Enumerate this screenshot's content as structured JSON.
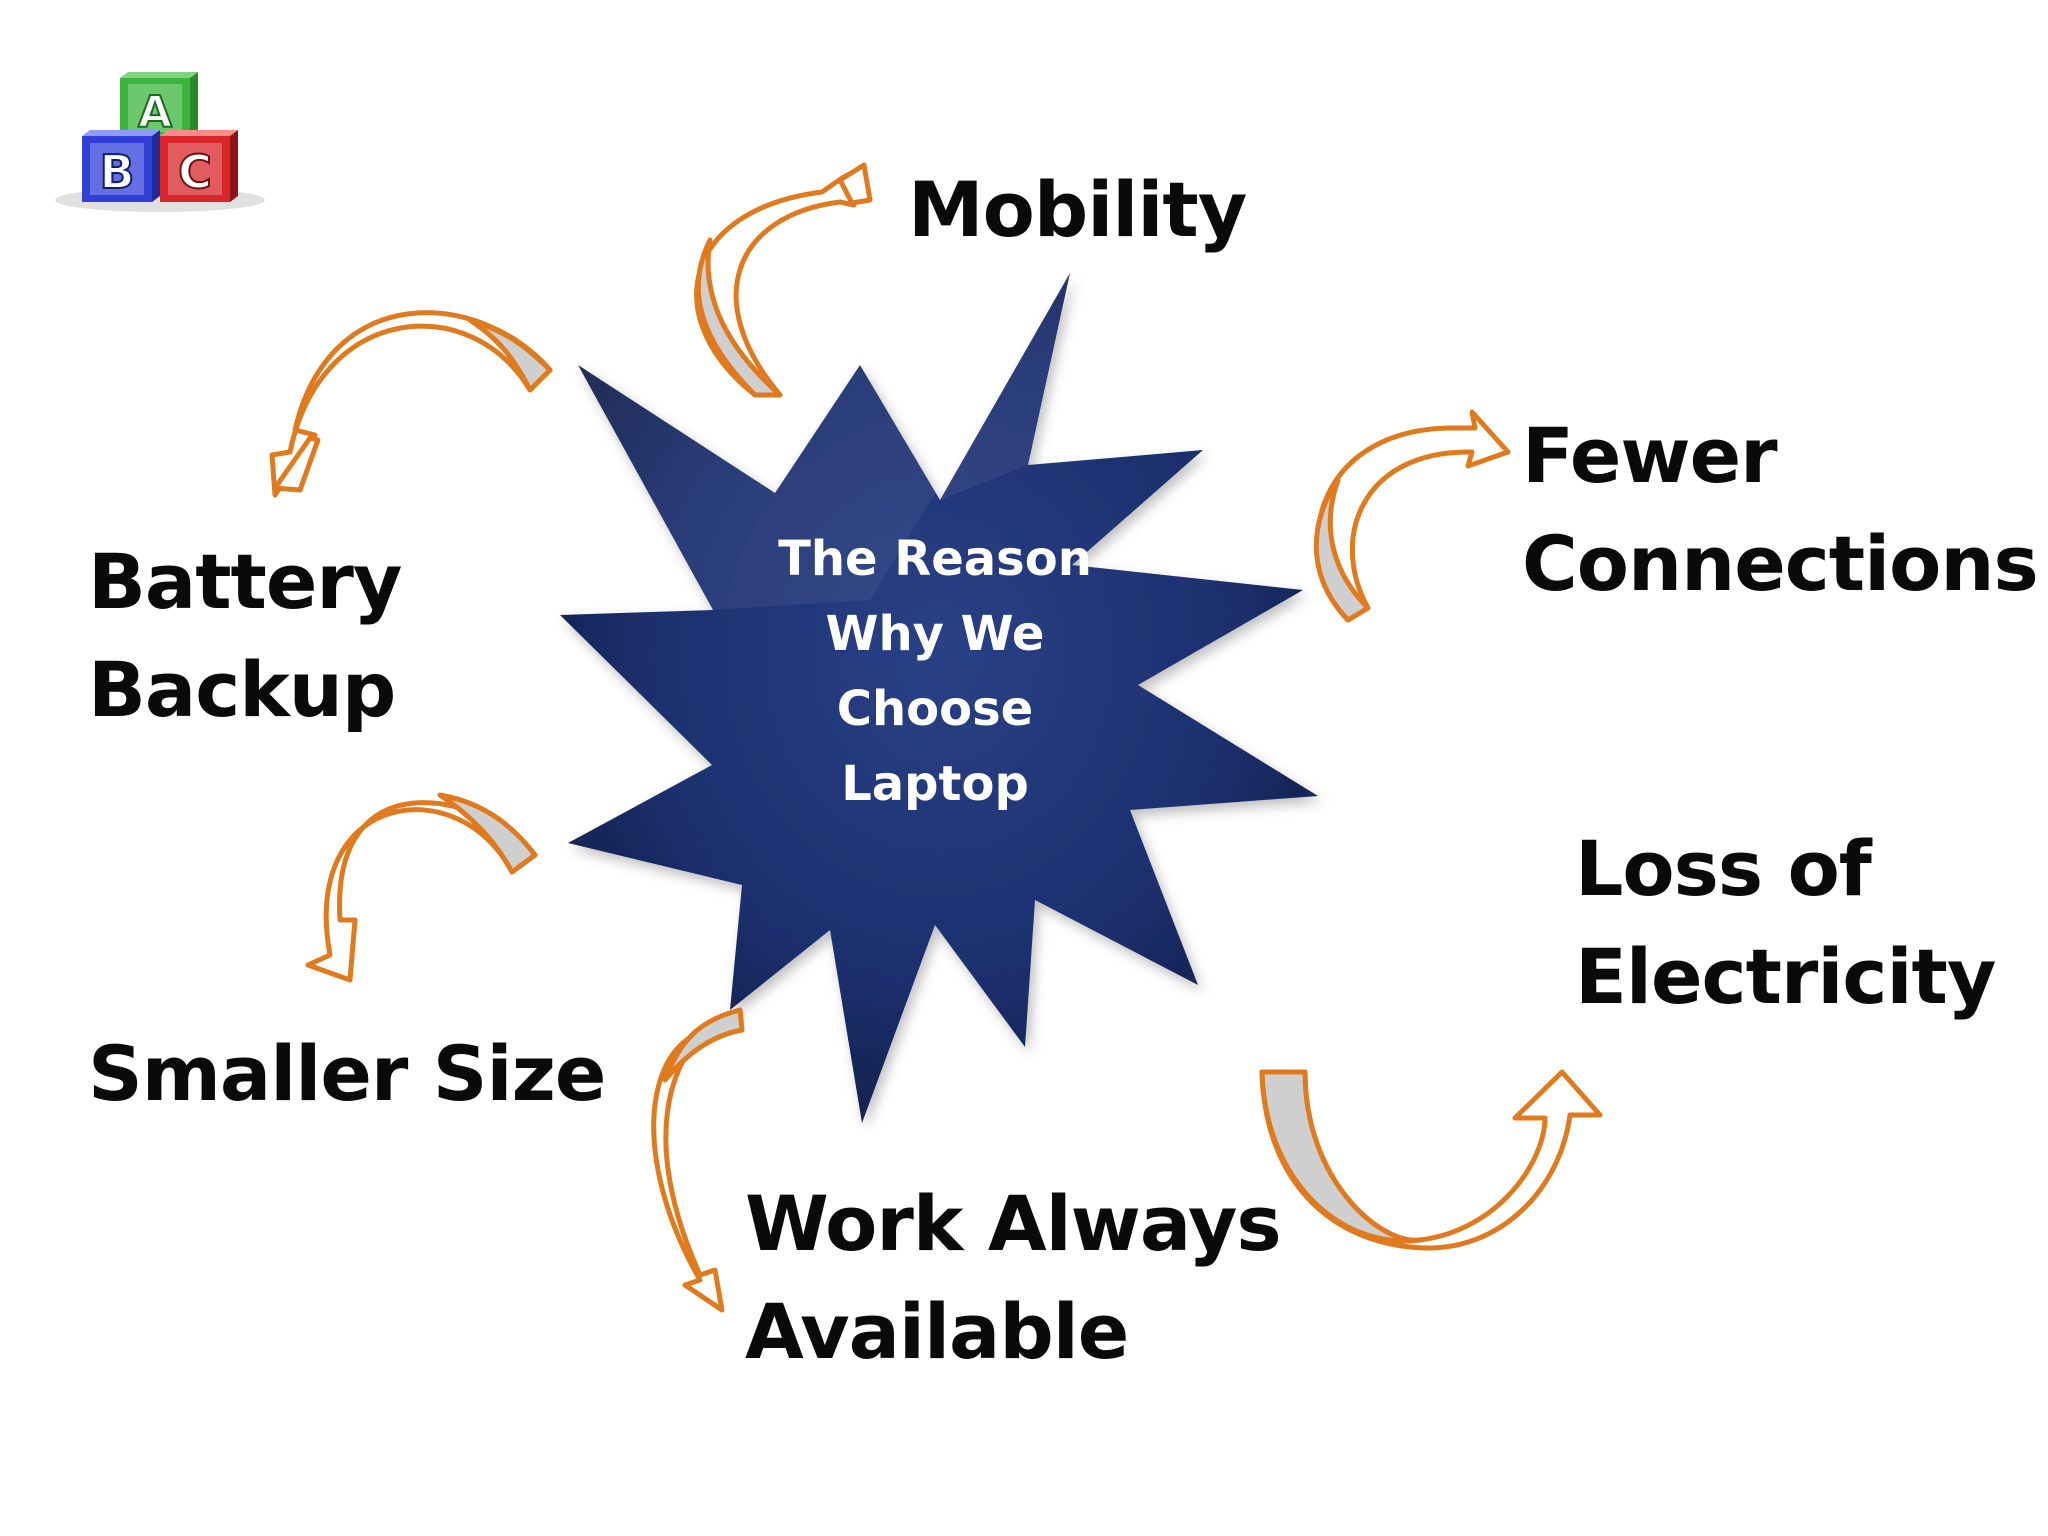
{
  "center": {
    "lines": [
      "The Reason",
      "Why We",
      "Choose",
      "Laptop"
    ]
  },
  "reasons": {
    "mobility": [
      "Mobility"
    ],
    "fewer_connections": [
      "Fewer",
      "Connections"
    ],
    "battery_backup": [
      "Battery",
      "Backup"
    ],
    "loss_of_electricity": [
      "Loss of",
      "Electricity"
    ],
    "smaller_size": [
      "Smaller Size"
    ],
    "work_always_available": [
      "Work Always",
      "Available"
    ]
  },
  "logo": {
    "blocks": [
      {
        "letter": "A",
        "color": "#3db43d"
      },
      {
        "letter": "B",
        "color": "#2f3fd8"
      },
      {
        "letter": "C",
        "color": "#d8262a"
      }
    ]
  },
  "colors": {
    "star": "#1c2f6e",
    "star_highlight": "#3e5aa6",
    "arrow_outline": "#e07a1e",
    "arrow_fill": "#ffffff",
    "arrow_tail_fill": "#cfcfcf",
    "text": "#0a0a0a",
    "center_text": "#ffffff"
  }
}
